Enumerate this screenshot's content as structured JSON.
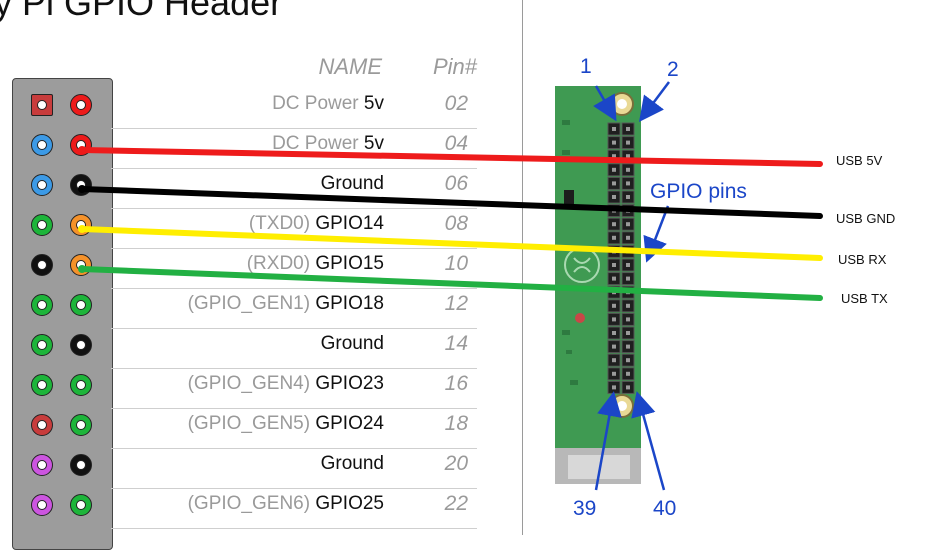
{
  "title": "y Pi GPIO Header",
  "table_header": {
    "name": "NAME",
    "pin": "Pin#"
  },
  "rows": [
    {
      "prefix": "DC Power ",
      "main": "5v",
      "pin": "02",
      "pinL": "#c83c3c",
      "pinR": "#ee1b1b"
    },
    {
      "prefix": "DC Power ",
      "main": "5v",
      "pin": "04",
      "pinL": "#3c9ae6",
      "pinR": "#ee1b1b"
    },
    {
      "prefix": "",
      "main": "Ground",
      "pin": "06",
      "pinL": "#3c9ae6",
      "pinR": "#111111"
    },
    {
      "prefix": "(TXD0) ",
      "main": "GPIO14",
      "pin": "08",
      "pinL": "#1db53a",
      "pinR": "#f5922a"
    },
    {
      "prefix": "(RXD0) ",
      "main": "GPIO15",
      "pin": "10",
      "pinL": "#111111",
      "pinR": "#f5922a"
    },
    {
      "prefix": "(GPIO_GEN1) ",
      "main": "GPIO18",
      "pin": "12",
      "pinL": "#1db53a",
      "pinR": "#1db53a"
    },
    {
      "prefix": "",
      "main": "Ground",
      "pin": "14",
      "pinL": "#1db53a",
      "pinR": "#111111"
    },
    {
      "prefix": "(GPIO_GEN4) ",
      "main": "GPIO23",
      "pin": "16",
      "pinL": "#1db53a",
      "pinR": "#1db53a"
    },
    {
      "prefix": "(GPIO_GEN5) ",
      "main": "GPIO24",
      "pin": "18",
      "pinL": "#c83c3c",
      "pinR": "#1db53a"
    },
    {
      "prefix": "",
      "main": "Ground",
      "pin": "20",
      "pinL": "#cc55e0",
      "pinR": "#111111"
    },
    {
      "prefix": "(GPIO_GEN6) ",
      "main": "GPIO25",
      "pin": "22",
      "pinL": "#cc55e0",
      "pinR": "#1db53a"
    }
  ],
  "wires": [
    {
      "label": "USB 5V",
      "color": "#ee1b1b"
    },
    {
      "label": "USB GND",
      "color": "#000000"
    },
    {
      "label": "USB RX",
      "color": "#ffee00"
    },
    {
      "label": "USB TX",
      "color": "#22b043"
    }
  ],
  "board_callouts": {
    "pin1": "1",
    "pin2": "2",
    "pin39": "39",
    "pin40": "40",
    "gpio_pins": "GPIO pins"
  },
  "colors": {
    "callout_blue": "#1b46c8",
    "board_green": "#3f9a52"
  }
}
